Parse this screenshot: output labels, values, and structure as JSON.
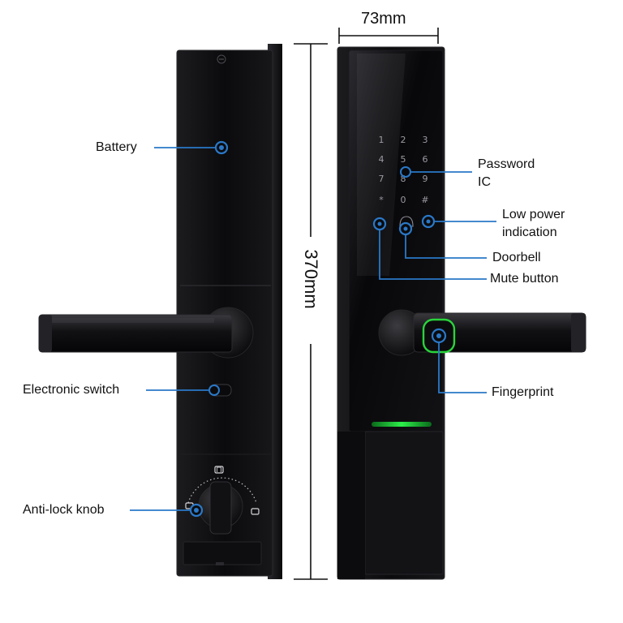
{
  "dimensions": {
    "width": "73mm",
    "height": "370mm"
  },
  "callouts": {
    "battery": "Battery",
    "electronic_switch": "Electronic switch",
    "anti_lock_knob": "Anti-lock knob",
    "password_ic_line1": "Password",
    "password_ic_line2": "IC",
    "low_power_line1": "Low power",
    "low_power_line2": "indication",
    "doorbell": "Doorbell",
    "mute_button": "Mute button",
    "fingerprint": "Fingerprint"
  },
  "keypad": {
    "keys": [
      "1",
      "2",
      "3",
      "4",
      "5",
      "6",
      "7",
      "8",
      "9",
      "*",
      "0",
      "#"
    ]
  },
  "colors": {
    "callout_line": "#2a78c8",
    "panel": "#0d0d0f",
    "fingerprint_ring": "#2ad33c",
    "status_bar": "#19c83a"
  }
}
